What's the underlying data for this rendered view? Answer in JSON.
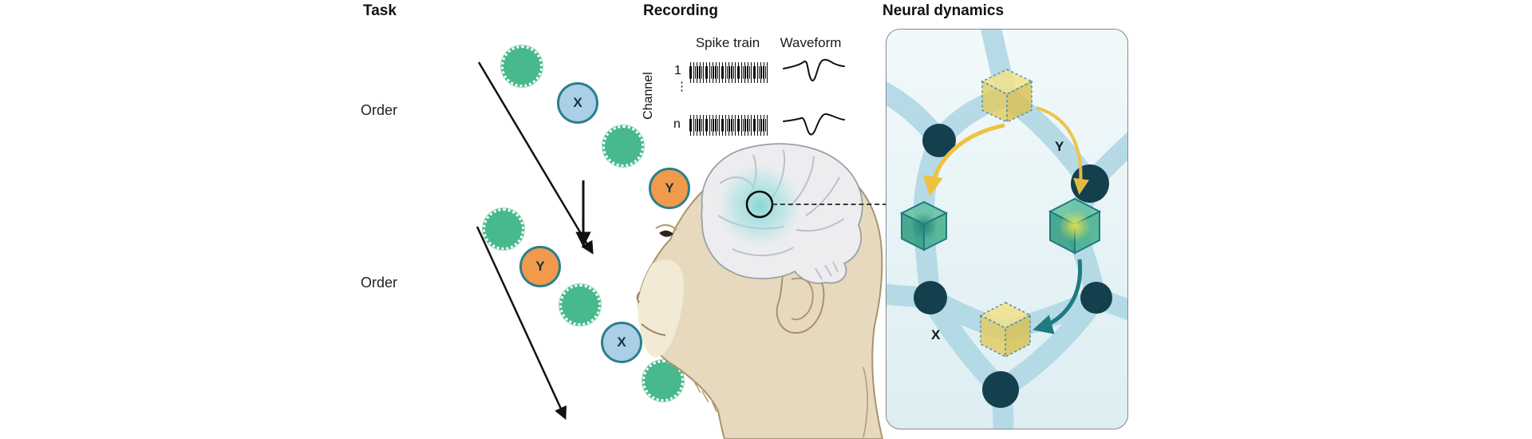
{
  "panels": {
    "task": {
      "title": "Task",
      "order_label": "Order",
      "sequence1": {
        "items": [
          "",
          "X",
          "",
          "Y"
        ]
      },
      "sequence2": {
        "items": [
          "",
          "Y",
          "",
          "X",
          ""
        ]
      }
    },
    "recording": {
      "title": "Recording",
      "spike_train": "Spike train",
      "waveform": "Waveform",
      "channel": "Channel",
      "channel_first": "1",
      "channel_dots": "⋮",
      "channel_last": "n"
    },
    "neural_dynamics": {
      "title": "Neural dynamics",
      "label_x": "X",
      "label_y": "Y"
    }
  },
  "colors": {
    "ink": "#111111",
    "accent_green": "#47b98c",
    "item_blue": "#aacfe6",
    "item_orange": "#f19a4b",
    "outline_teal": "#2a7f8c",
    "node_dark": "#14404e",
    "edge_blue": "#b0d8e5",
    "panel_bg_top": "#f2f9fa",
    "panel_bg_bottom": "#ddeef2",
    "cube_yellow": "#e9d265",
    "arrow_yellow": "#eec23e",
    "arrow_teal": "#1f7a82",
    "monkey_skin": "#e7d9be",
    "brain_gray": "#ededf0",
    "glow_teal": "#86d6d4"
  }
}
